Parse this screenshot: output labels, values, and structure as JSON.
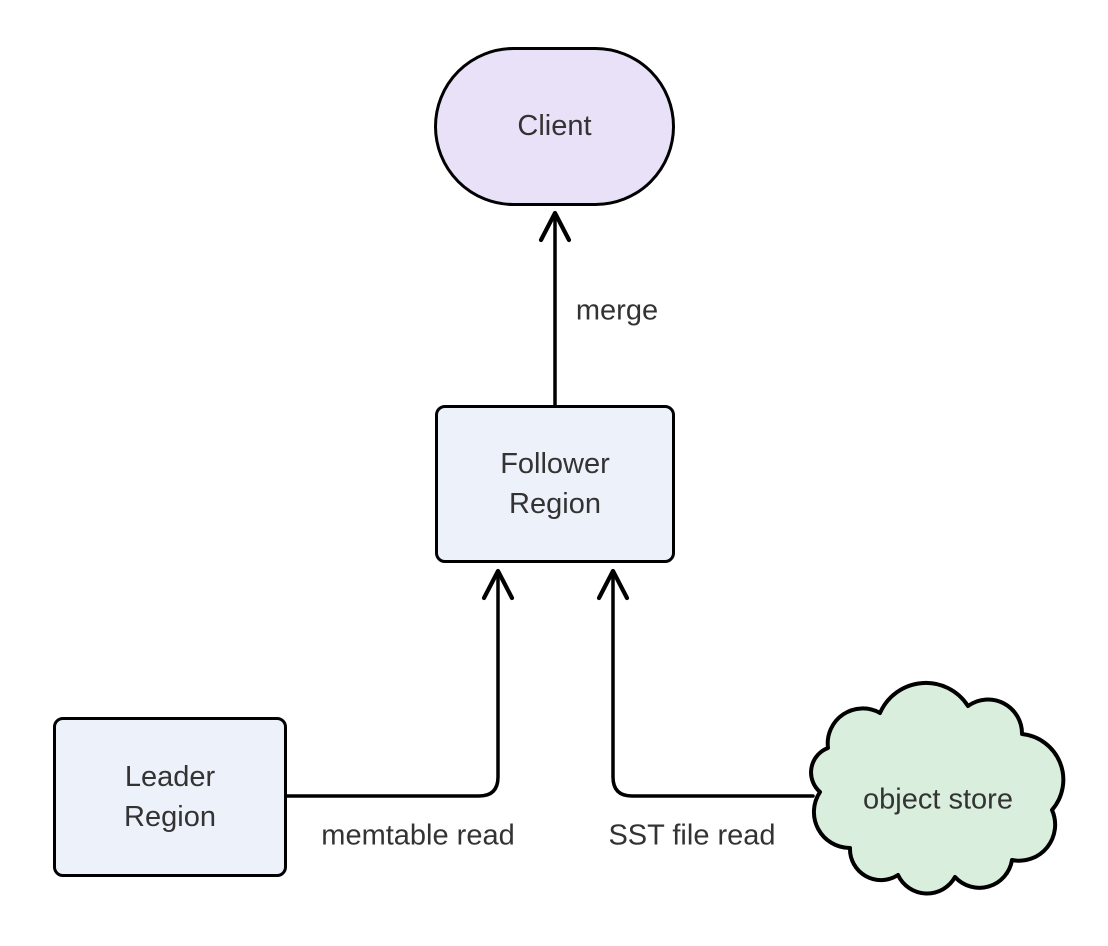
{
  "diagram": {
    "type": "flowchart",
    "background": "#ffffff",
    "nodes": {
      "client": {
        "label": "Client",
        "shape": "stadium",
        "fill": "#e8e1f7"
      },
      "follower": {
        "label": "Follower\nRegion",
        "shape": "rounded-rect",
        "fill": "#edf1fa"
      },
      "leader": {
        "label": "Leader\nRegion",
        "shape": "rounded-rect",
        "fill": "#edf1fa"
      },
      "object_store": {
        "label": "object store",
        "shape": "cloud",
        "fill": "#d9eedc"
      }
    },
    "edges": [
      {
        "from": "Follower Region",
        "to": "Client",
        "label": "merge"
      },
      {
        "from": "Leader Region",
        "to": "Follower Region",
        "label": "memtable read"
      },
      {
        "from": "object store",
        "to": "Follower Region",
        "label": "SST file read"
      }
    ],
    "colors": {
      "line": "#000000",
      "node_border": "#000000",
      "text": "#333333"
    }
  }
}
